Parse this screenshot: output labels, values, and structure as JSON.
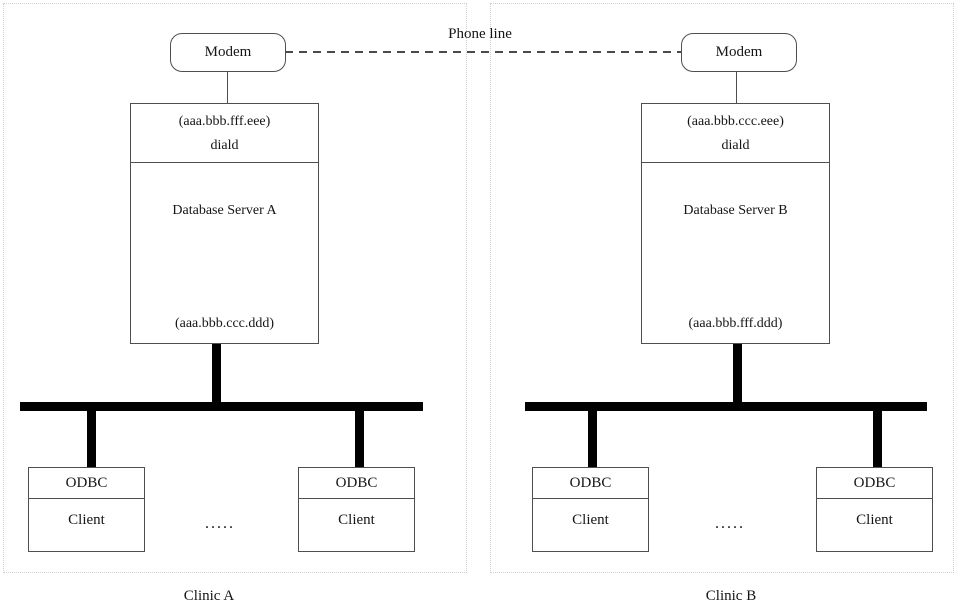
{
  "diagram": {
    "phone_line_label": "Phone line",
    "clinics": [
      {
        "name": "Clinic A",
        "modem_label": "Modem",
        "server": {
          "dial_address": "(aaa.bbb.fff.eee)",
          "dial_daemon": "diald",
          "name": "Database Server A",
          "lan_address": "(aaa.bbb.ccc.ddd)"
        },
        "clients": [
          {
            "interface": "ODBC",
            "role": "Client"
          },
          {
            "interface": "ODBC",
            "role": "Client"
          }
        ],
        "more_clients_ellipsis": "....."
      },
      {
        "name": "Clinic B",
        "modem_label": "Modem",
        "server": {
          "dial_address": "(aaa.bbb.ccc.eee)",
          "dial_daemon": "diald",
          "name": "Database Server B",
          "lan_address": "(aaa.bbb.fff.ddd)"
        },
        "clients": [
          {
            "interface": "ODBC",
            "role": "Client"
          },
          {
            "interface": "ODBC",
            "role": "Client"
          }
        ],
        "more_clients_ellipsis": "....."
      }
    ]
  }
}
